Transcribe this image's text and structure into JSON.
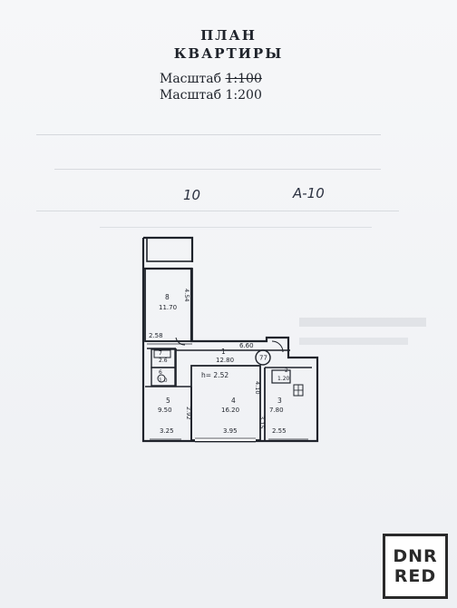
{
  "document": {
    "title_line1": "ПЛАН",
    "title_line2": "КВАРТИРЫ",
    "scale_label": "Масштаб",
    "scale_old": "1:100",
    "scale_new": "1:200",
    "handwritten_left": "10",
    "handwritten_right": "А-10"
  },
  "plan": {
    "rooms": [
      {
        "id": "8",
        "area": "11.70"
      },
      {
        "id": "1",
        "area": "12.80"
      },
      {
        "id": "5",
        "area": "9.50"
      },
      {
        "id": "4",
        "area": "16.20"
      },
      {
        "id": "3",
        "area": "7.80"
      },
      {
        "id": "7",
        "area": "2.6"
      },
      {
        "id": "6",
        "area": "1.0"
      },
      {
        "id": "2",
        "area": "1.20"
      }
    ],
    "dimensions": {
      "d_454": "4.54",
      "d_258": "2.58",
      "d_660": "6.60",
      "d_252": "h= 2.52",
      "d_410": "4.10",
      "d_292": "2.92",
      "d_325": "3.25",
      "d_395": "3.95",
      "d_255": "2.55",
      "d_315": "3.15"
    },
    "stamp_number": "77"
  },
  "watermark": {
    "line1": "DNR",
    "line2": "RED"
  }
}
